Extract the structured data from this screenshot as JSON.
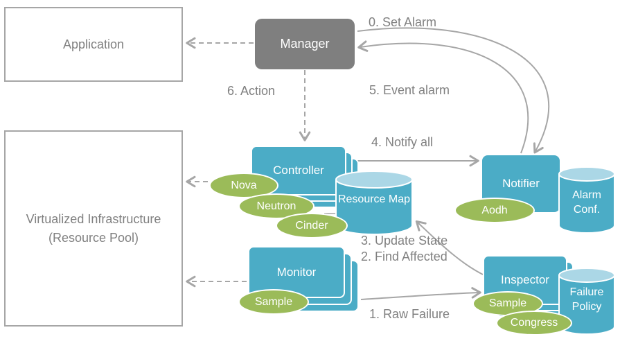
{
  "colors": {
    "node_blue": "#4BACC6",
    "node_green": "#9BBB59",
    "manager_gray": "#7F7F7F",
    "arrow_gray": "#A6A6A6",
    "label_gray": "#808080",
    "cylinder_top": "#ABD7E6"
  },
  "nodes": {
    "application": {
      "label": "Application"
    },
    "manager": {
      "label": "Manager"
    },
    "virtualized_infrastructure": {
      "line1": "Virtualized  Infrastructure",
      "line2": "(Resource Pool)"
    },
    "controller": {
      "label": "Controller"
    },
    "monitor": {
      "label": "Monitor"
    },
    "inspector": {
      "label": "Inspector"
    },
    "notifier": {
      "label": "Notifier"
    },
    "resource_map": {
      "label": "Resource Map"
    },
    "alarm_conf": {
      "label": "Alarm Conf."
    },
    "failure_policy": {
      "label": "Failure Policy"
    },
    "nova": {
      "label": "Nova"
    },
    "neutron": {
      "label": "Neutron"
    },
    "cinder": {
      "label": "Cinder"
    },
    "aodh": {
      "label": "Aodh"
    },
    "monitor_sample": {
      "label": "Sample"
    },
    "inspector_sample": {
      "label": "Sample"
    },
    "congress": {
      "label": "Congress"
    }
  },
  "flow_labels": {
    "step0": "0. Set Alarm",
    "step1": "1. Raw Failure",
    "step2": "2. Find Affected",
    "step3": "3. Update State",
    "step4": "4. Notify all",
    "step5": "5. Event alarm",
    "step6": "6. Action"
  }
}
